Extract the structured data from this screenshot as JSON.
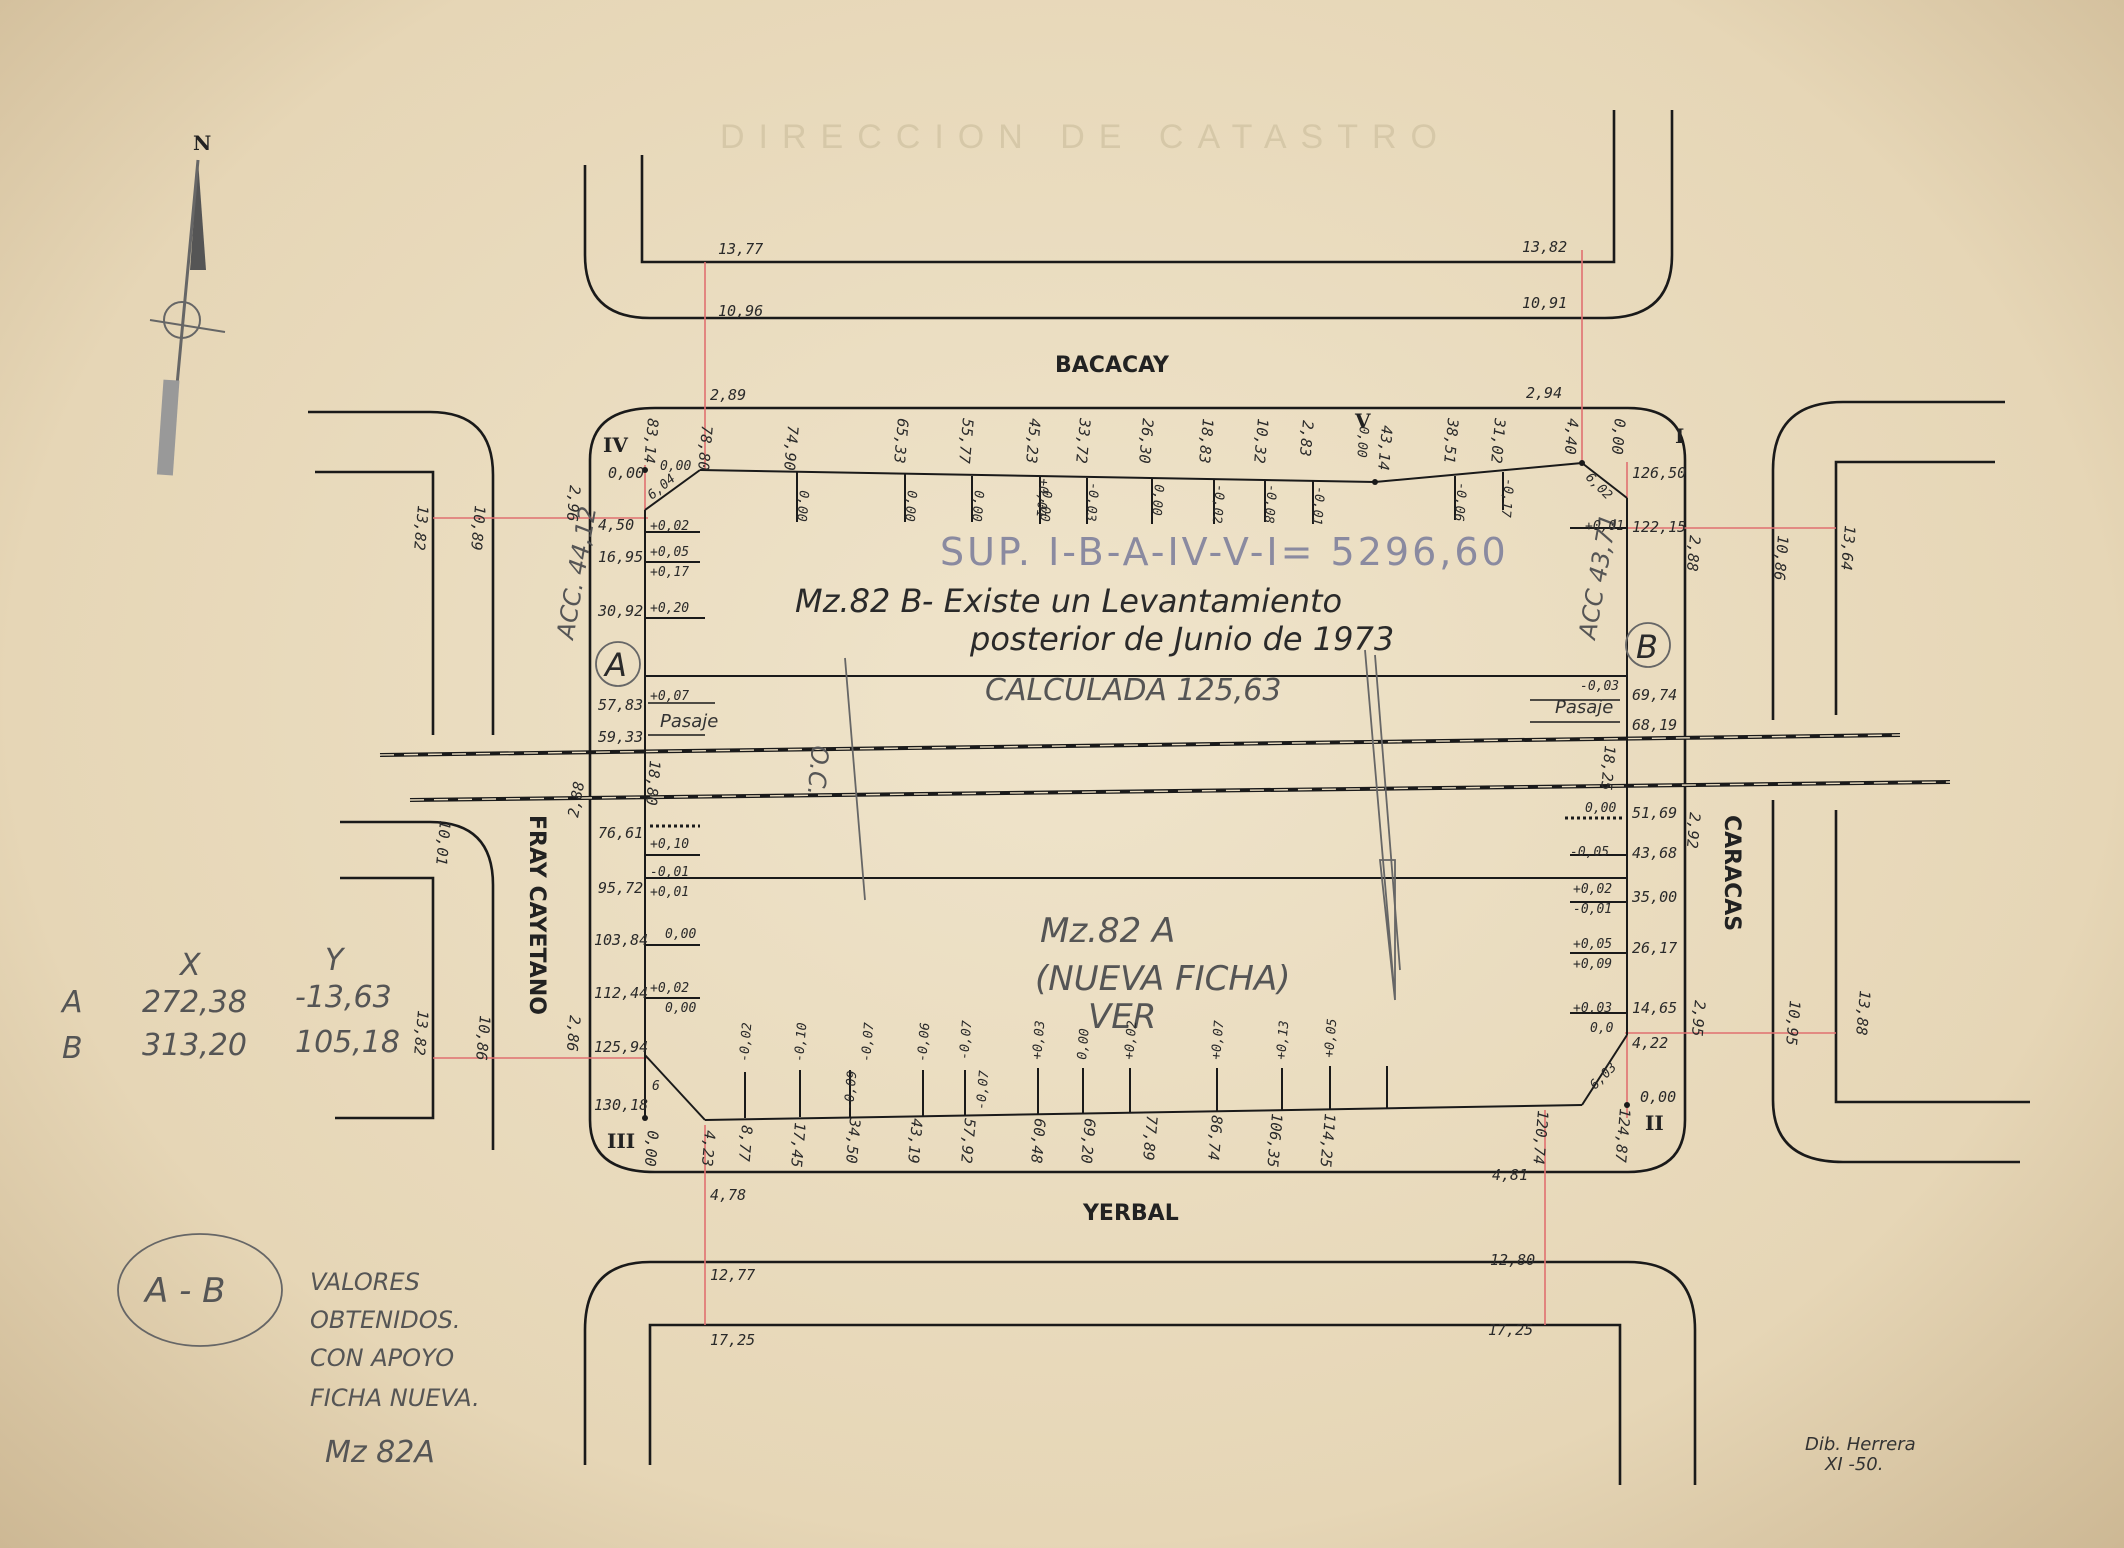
{
  "streets": {
    "north": "BACACAY",
    "south": "YERBAL",
    "west": "FRAY CAYETANO",
    "east": "CARACAS"
  },
  "north_arrow": "N",
  "corners": {
    "I": "I",
    "II": "II",
    "III": "III",
    "IV": "IV",
    "V": "V"
  },
  "points": {
    "A": "A",
    "B": "B"
  },
  "annotations": {
    "sup": "SUP. I-B-A-IV-V-I= 5296,60",
    "mz82b": "Mz.82 B- Existe un Levantamiento",
    "posterior": "posterior de Junio de 1973",
    "calculada": "CALCULADA 125,63",
    "mz82a": "Mz.82 A",
    "nueva_ficha": "(NUEVA FICHA)",
    "ver": "VER",
    "pasaje": "Pasaje",
    "orig_note": "O.C.",
    "acc_left": "ACC. 44,12",
    "acc_right": "ACC 43,71"
  },
  "coordinates_table": {
    "header_x": "X",
    "header_y": "Y",
    "rows": [
      {
        "label": "A",
        "x": "272,38",
        "y": "-13,63"
      },
      {
        "label": "B",
        "x": "313,20",
        "y": "105,18"
      }
    ]
  },
  "legend_note": {
    "circled": "A - B",
    "lines": [
      "VALORES",
      "OBTENIDOS.",
      "CON APOYO",
      "FICHA NUEVA.",
      "Mz 82A"
    ]
  },
  "signature": {
    "line1": "Dib. Herrera",
    "line2": "XI -50."
  },
  "top_measures": [
    "83,14",
    "78,80",
    "74,90",
    "65,33",
    "55,77",
    "45,23",
    "33,72",
    "26,30",
    "18,83",
    "10,32",
    "2,83",
    "43,14",
    "38,51",
    "31,02",
    "4,40",
    "0,00"
  ],
  "top_offsets": [
    "0,00",
    "0,00",
    "0,00",
    "0,00",
    "+0,01",
    "-0,03",
    "0,00",
    "-0,02",
    "-0,08",
    "-0,01",
    "0,00",
    "-0,06",
    "-0,17",
    "0,00"
  ],
  "bottom_measures": [
    "0,00",
    "4,23",
    "8,77",
    "17,45",
    "34,50",
    "43,19",
    "57,92",
    "60,48",
    "69,20",
    "77,89",
    "86,74",
    "106,35",
    "114,25",
    "120,74",
    "124,87"
  ],
  "bottom_offsets": [
    "-0,02",
    "-0,10",
    "-0,09",
    "-0,07",
    "-0,06",
    "-0,07",
    "-0,07",
    "+0,03",
    "0,00",
    "+0,02",
    "+0,07",
    "+0,13",
    "+0,05"
  ],
  "left_measures_upper": [
    "0,00",
    "4,50",
    "16,95",
    "30,92",
    "57,83",
    "59,33"
  ],
  "left_offsets_upper": [
    "+0,02",
    "+0,05",
    "+0,17",
    "+0,20",
    "+0,07"
  ],
  "left_measures_lower": [
    "76,61",
    "95,72",
    "103,84",
    "112,44",
    "125,94",
    "130,18"
  ],
  "left_offsets_lower": [
    "+0,10",
    "-0,01",
    "+0,01",
    "0,00",
    "+0,02",
    "0,00"
  ],
  "right_measures_upper": [
    "126,50",
    "122,15",
    "69,74",
    "68,19"
  ],
  "right_offsets_upper": [
    "+0,01",
    "-0,03"
  ],
  "right_measures_lower": [
    "51,69",
    "43,68",
    "35,00",
    "26,17",
    "14,65",
    "4,22",
    "0,00"
  ],
  "right_offsets_lower": [
    "0,00",
    "-0,05",
    "+0,02",
    "-0,01",
    "+0,05",
    "+0,09",
    "+0,03",
    "0,0"
  ],
  "street_widths": {
    "top_left_1": "13,77",
    "top_left_2": "10,96",
    "top_left_3": "2,89",
    "top_right_1": "13,82",
    "top_right_2": "10,91",
    "top_right_3": "2,94",
    "bot_left_1": "4,78",
    "bot_left_2": "12,77",
    "bot_left_3": "17,25",
    "bot_right_1": "4,81",
    "bot_right_2": "12,80",
    "bot_right_3": "17,25",
    "left_upper_1": "13,82",
    "left_upper_2": "10,89",
    "left_upper_3": "2,96",
    "left_lower_1": "13,82",
    "left_lower_2": "10,86",
    "left_lower_3": "2,86",
    "left_lower_4": "2,88",
    "left_lower_5": "10,01",
    "right_upper_1": "2,88",
    "right_upper_2": "10,86",
    "right_upper_3": "13,64",
    "right_lower_1": "2,95",
    "right_lower_2": "10,95",
    "right_lower_3": "13,88",
    "right_lower_4": "2,92",
    "diag_tl": "6,04",
    "diag_tr": "6,02",
    "diag_bl": "6",
    "diag_br": "6,03",
    "rail_left": "18,80",
    "rail_right": "18,25"
  }
}
